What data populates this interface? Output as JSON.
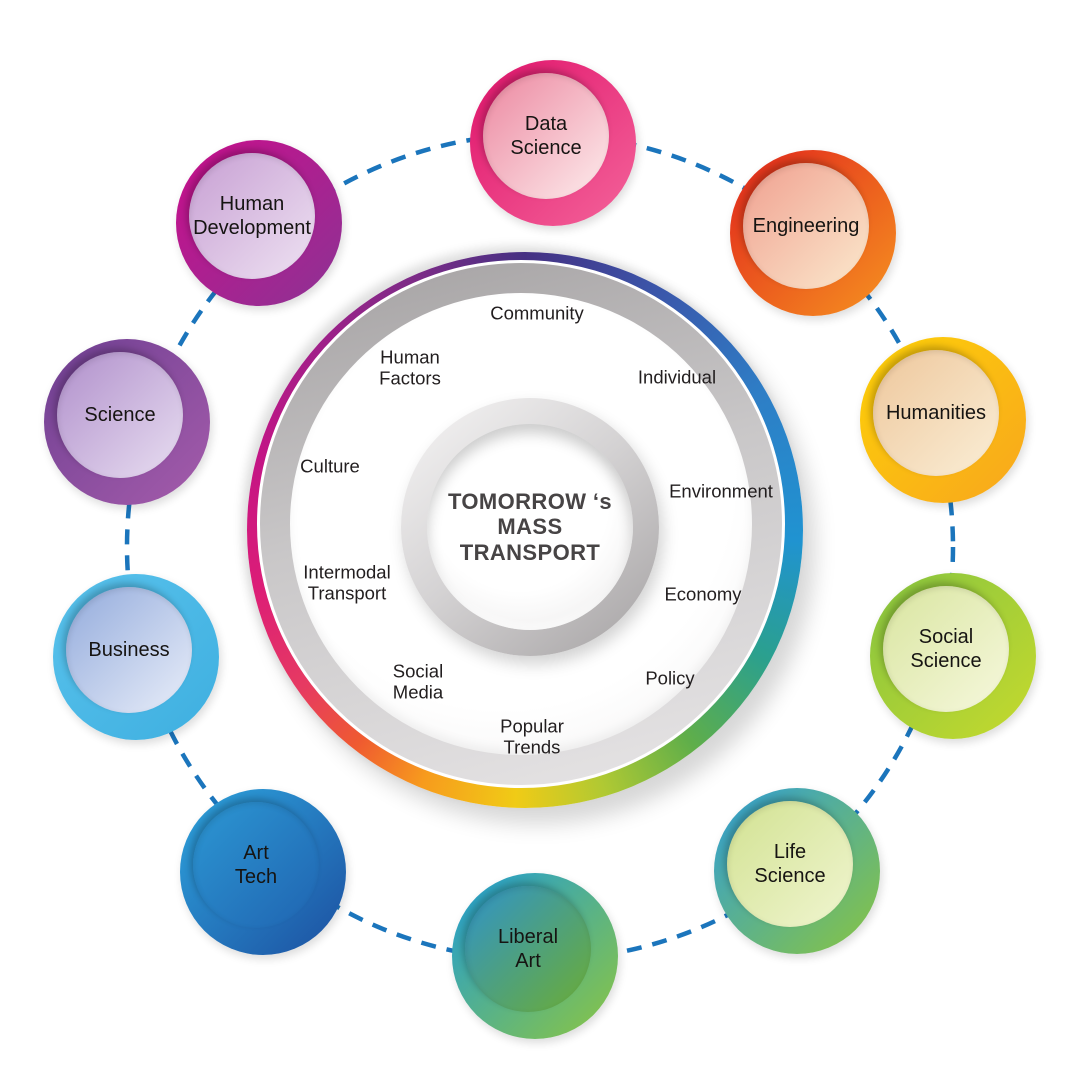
{
  "center": {
    "line1": "TOMORROW ‘s",
    "line2": "MASS",
    "line3": "TRANSPORT",
    "text_color": "#474445"
  },
  "inner_ring": {
    "labels": [
      {
        "line1": "Community",
        "line2": ""
      },
      {
        "line1": "Individual",
        "line2": ""
      },
      {
        "line1": "Environment",
        "line2": ""
      },
      {
        "line1": "Economy",
        "line2": ""
      },
      {
        "line1": "Policy",
        "line2": ""
      },
      {
        "line1": "Popular",
        "line2": "Trends"
      },
      {
        "line1": "Social",
        "line2": "Media"
      },
      {
        "line1": "Intermodal",
        "line2": "Transport"
      },
      {
        "line1": "Culture",
        "line2": ""
      },
      {
        "line1": "Human",
        "line2": "Factors"
      }
    ]
  },
  "satellites": [
    {
      "id": "data-science",
      "line1": "Data",
      "line2": "Science",
      "ring_from": "#e0136b",
      "ring_to": "#f4649a",
      "fill_from": "#ec87a0",
      "fill_to": "#fdeded"
    },
    {
      "id": "engineering",
      "line1": "Engineering",
      "line2": "",
      "ring_from": "#e1251c",
      "ring_to": "#f69320",
      "fill_from": "#f0a090",
      "fill_to": "#fbe9cd"
    },
    {
      "id": "humanities",
      "line1": "Humanities",
      "line2": "",
      "ring_from": "#fdd108",
      "ring_to": "#f8a61d",
      "fill_from": "#eec79c",
      "fill_to": "#faeed6"
    },
    {
      "id": "social-science",
      "line1": "Social",
      "line2": "Science",
      "ring_from": "#86c440",
      "ring_to": "#c6da2d",
      "fill_from": "#d9e5a0",
      "fill_to": "#f6f8dd"
    },
    {
      "id": "life-science",
      "line1": "Life",
      "line2": "Science",
      "ring_from": "#2f9ed9",
      "ring_to": "#8ac53e",
      "fill_from": "#d2e292",
      "fill_to": "#f0f5d0"
    },
    {
      "id": "liberal-art",
      "line1": "Liberal",
      "line2": "Art",
      "ring_from": "#1e9cd8",
      "ring_to": "#8dc63f",
      "fill_from": "#2f93cb",
      "fill_to": "#6cad33"
    },
    {
      "id": "art-tech",
      "line1": "Art",
      "line2": "Tech",
      "ring_from": "#2ea5de",
      "ring_to": "#1c4fa0",
      "fill_from": "#2c97d3",
      "fill_to": "#2064b1"
    },
    {
      "id": "business",
      "line1": "Business",
      "line2": "",
      "ring_from": "#59c2ec",
      "ring_to": "#3eafe0",
      "fill_from": "#93abdc",
      "fill_to": "#e9eef9"
    },
    {
      "id": "science",
      "line1": "Science",
      "line2": "",
      "ring_from": "#6e3f92",
      "ring_to": "#a55cab",
      "fill_from": "#b08fcb",
      "fill_to": "#e8def1"
    },
    {
      "id": "human-development",
      "line1": "Human",
      "line2": "Development",
      "ring_from": "#ca0e8c",
      "ring_to": "#8c3394",
      "fill_from": "#c79fd3",
      "fill_to": "#eee2f2"
    }
  ],
  "connector": {
    "color": "#1b75bc",
    "style": "dashed"
  }
}
